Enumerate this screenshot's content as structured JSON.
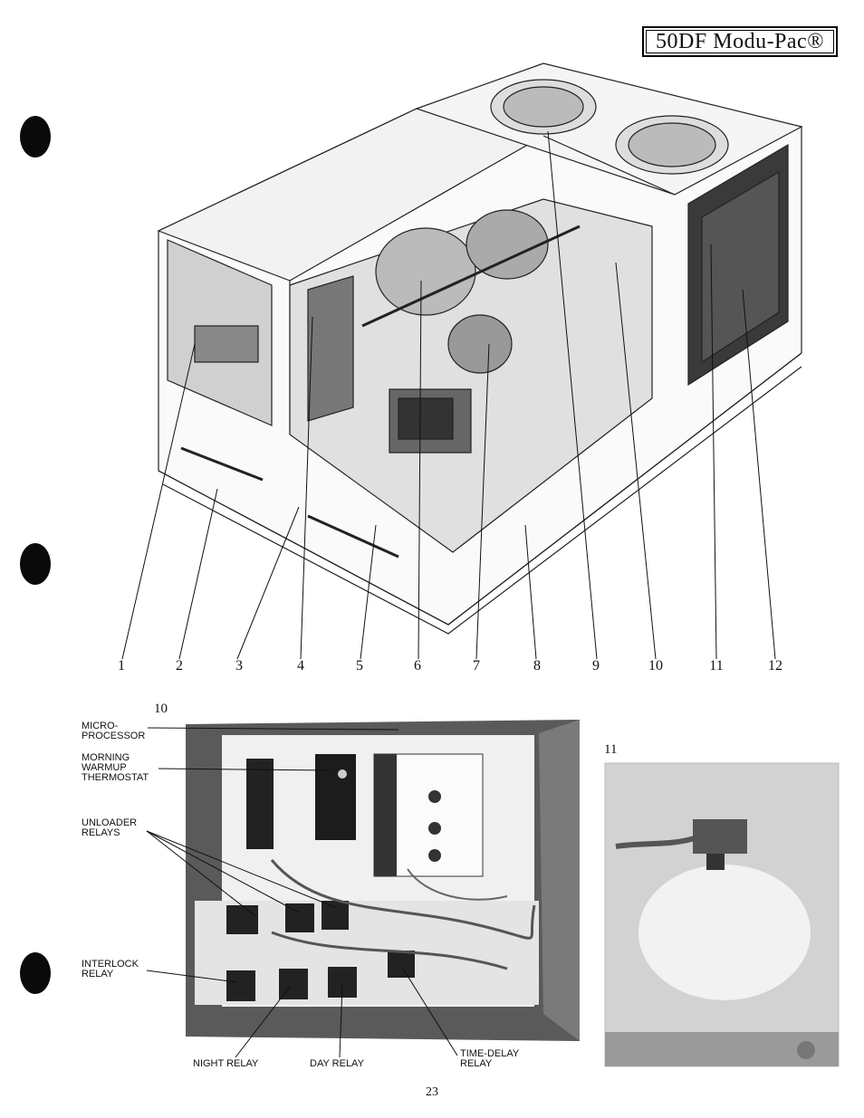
{
  "header": {
    "title": "50DF Modu-Pac®"
  },
  "main_figure": {
    "callouts": [
      "1",
      "2",
      "3",
      "4",
      "5",
      "6",
      "7",
      "8",
      "9",
      "10",
      "11",
      "12"
    ]
  },
  "figure_10": {
    "number": "10",
    "labels": {
      "microprocessor": "MICRO-\nPROCESSOR",
      "warmup": "MORNING\nWARMUP\nTHERMOSTAT",
      "unloader": "UNLOADER\nRELAYS",
      "interlock": "INTERLOCK\nRELAY",
      "night": "NIGHT RELAY",
      "day": "DAY RELAY",
      "time_delay": "TIME-DELAY\nRELAY"
    }
  },
  "figure_11": {
    "number": "11"
  },
  "footer": {
    "page_number": "23"
  }
}
